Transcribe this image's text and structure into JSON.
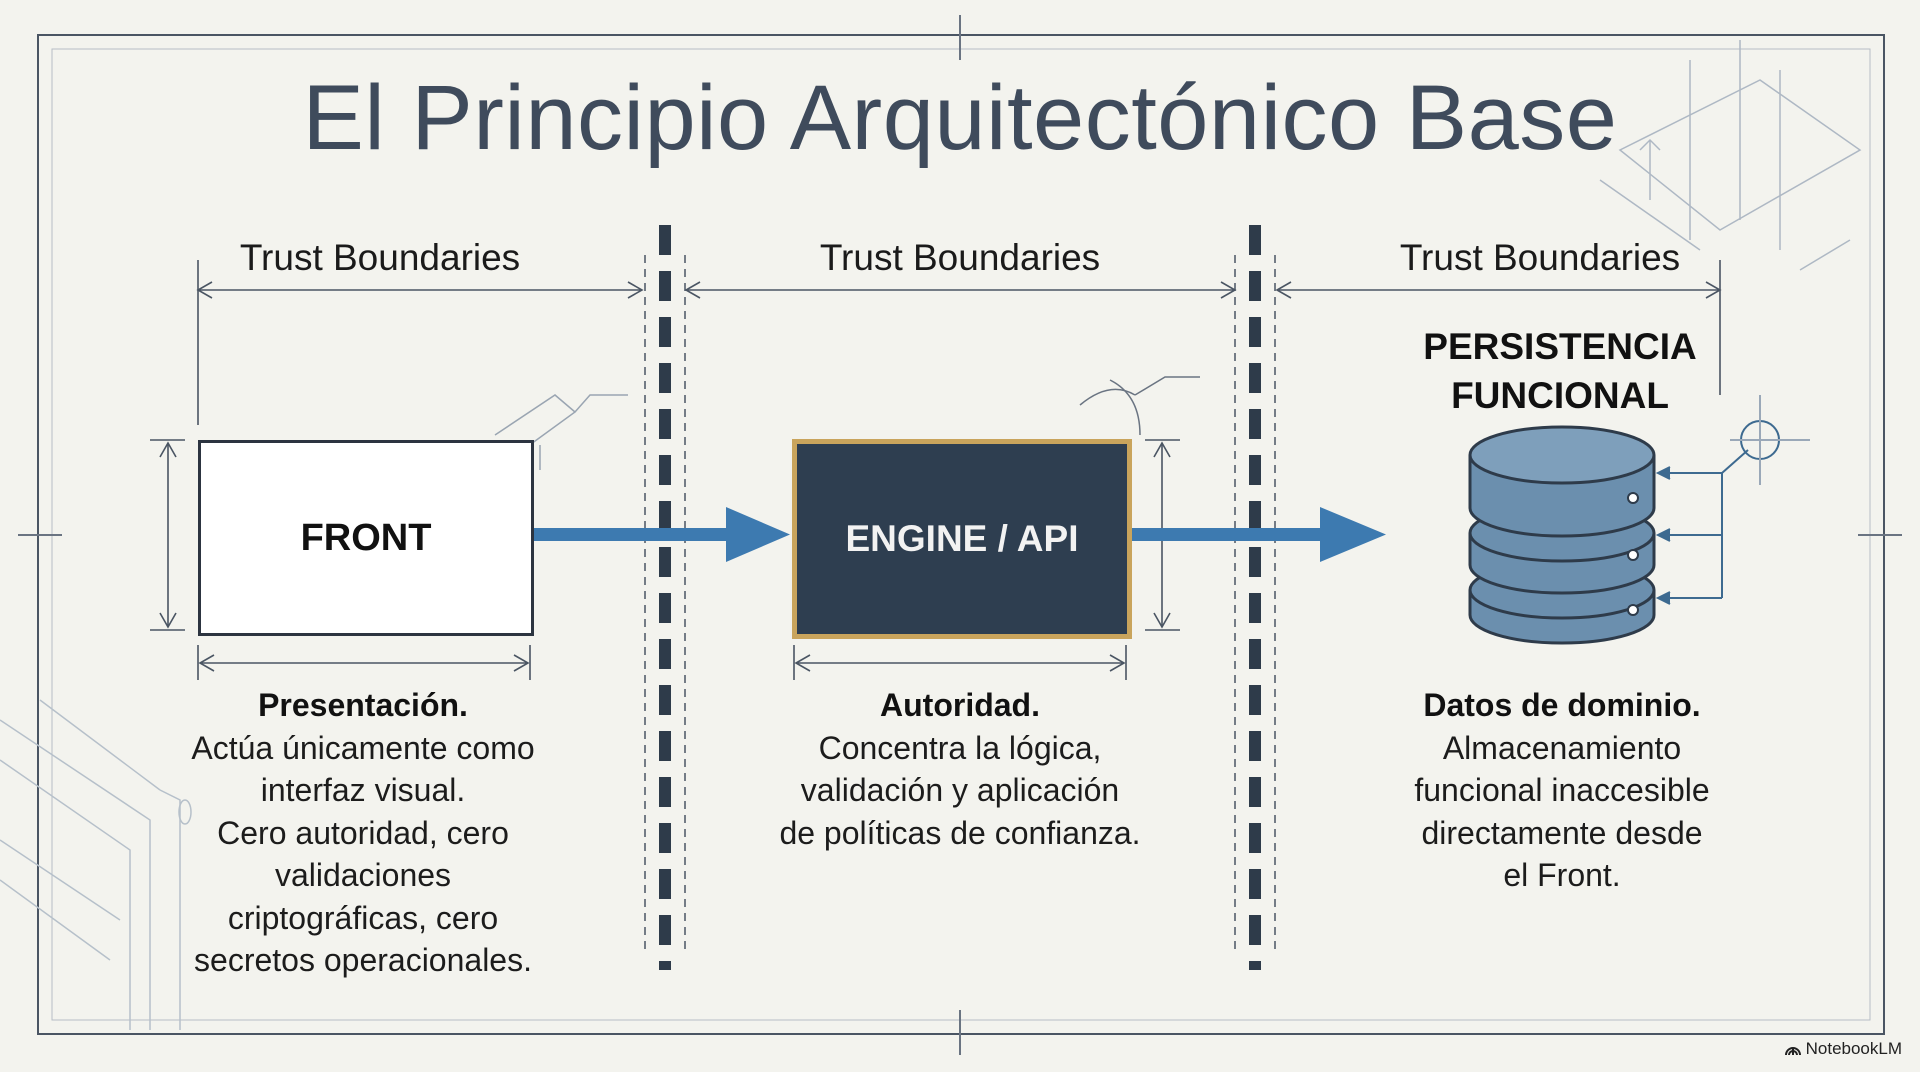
{
  "title": "El Principio Arquitectónico Base",
  "trust_boundaries": [
    "Trust Boundaries",
    "Trust Boundaries",
    "Trust Boundaries"
  ],
  "front": {
    "label": "FRONT",
    "heading": "Presentación.",
    "lines": [
      "Actúa únicamente como",
      "interfaz visual.",
      "Cero autoridad, cero",
      "validaciones",
      "criptográficas, cero",
      "secretos operacionales."
    ]
  },
  "engine": {
    "label": "ENGINE / API",
    "heading": "Autoridad.",
    "lines": [
      "Concentra la lógica,",
      "validación y aplicación",
      "de políticas de confianza."
    ]
  },
  "persistence": {
    "title_lines": [
      "PERSISTENCIA",
      "FUNCIONAL"
    ],
    "heading": "Datos de dominio.",
    "lines": [
      "Almacenamiento",
      "funcional inaccesible",
      "directamente desde",
      "el Front."
    ]
  },
  "brand": "NotebookLM",
  "colors": {
    "background": "#f3f3ee",
    "title": "#3f4b5c",
    "arrow": "#3d7ab0",
    "engine_fill": "#2e3e50",
    "engine_border": "#c9a45c",
    "database": "#6b8fae",
    "boundary": "#2e3b4a"
  }
}
